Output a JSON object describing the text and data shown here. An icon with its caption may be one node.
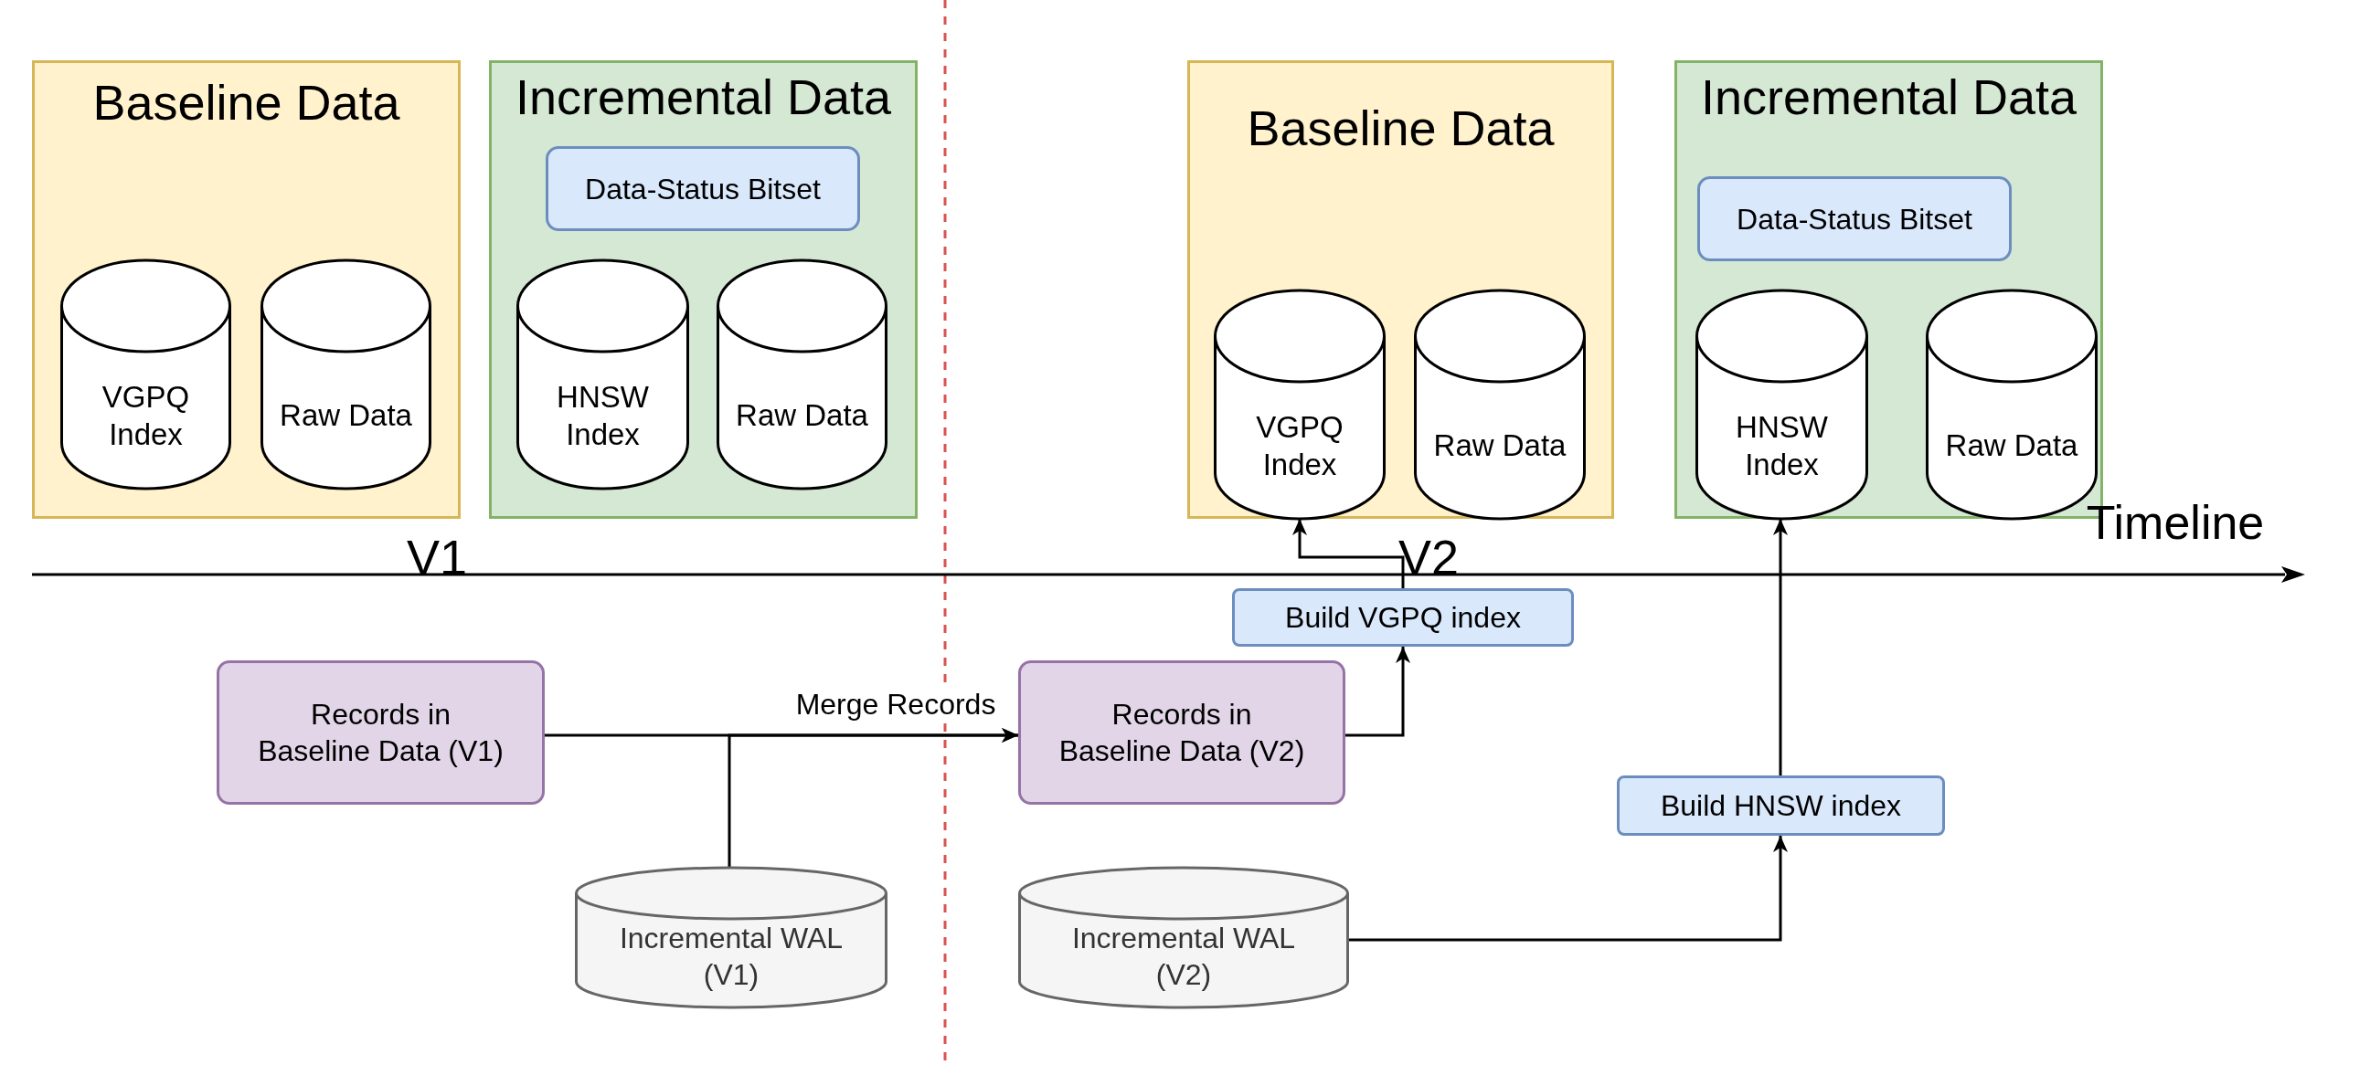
{
  "diagram": {
    "nodes": [
      {
        "text": [
          "Baseline Data"
        ]
      },
      {
        "text": [
          "VGPQ Index"
        ],
        "in": 0
      },
      {
        "text": [
          "Raw Data"
        ],
        "in": 0
      },
      {
        "text": [
          "Incremental Data"
        ]
      },
      {
        "text": [
          "Data-Status Bitset"
        ],
        "in": 3
      },
      {
        "text": [
          "HNSW Index"
        ],
        "in": 3
      },
      {
        "text": [
          "Raw Data"
        ],
        "in": 3
      },
      {
        "text": [
          "Baseline Data"
        ]
      },
      {
        "text": [
          "VGPQ Index"
        ],
        "in": 7
      },
      {
        "text": [
          "Raw Data"
        ],
        "in": 7
      },
      {
        "text": [
          "Incremental Data"
        ]
      },
      {
        "text": [
          "Data-Status Bitset"
        ],
        "in": 10
      },
      {
        "text": [
          "HNSW Index"
        ],
        "in": 10
      },
      {
        "text": [
          "Raw Data"
        ],
        "in": 10
      },
      {
        "text": [
          "Build VGPQ index"
        ]
      },
      {
        "text": [
          "Records in Baseline Data (V1)"
        ]
      },
      {
        "text": [
          "Records in Baseline Data (V2)"
        ]
      },
      {
        "text": [
          "Build HNSW index"
        ]
      },
      {
        "text": [
          "Incremental WAL (V1)"
        ]
      },
      {
        "text": [
          "Incremental WAL (V2)"
        ]
      }
    ],
    "edges": [
      {
        "from": 15,
        "to": 16,
        "arrow": "to",
        "label": "Merge Records"
      },
      {
        "from": 18,
        "to": 16,
        "arrow": "to"
      },
      {
        "from": 16,
        "to": 14,
        "arrow": "to"
      },
      {
        "from": 14,
        "to": 8,
        "arrow": "to"
      },
      {
        "from": 19,
        "to": 17,
        "arrow": "to"
      },
      {
        "from": 17,
        "to": 12,
        "arrow": "to"
      }
    ],
    "labels": [
      "V1",
      "V2",
      "Timeline"
    ]
  }
}
